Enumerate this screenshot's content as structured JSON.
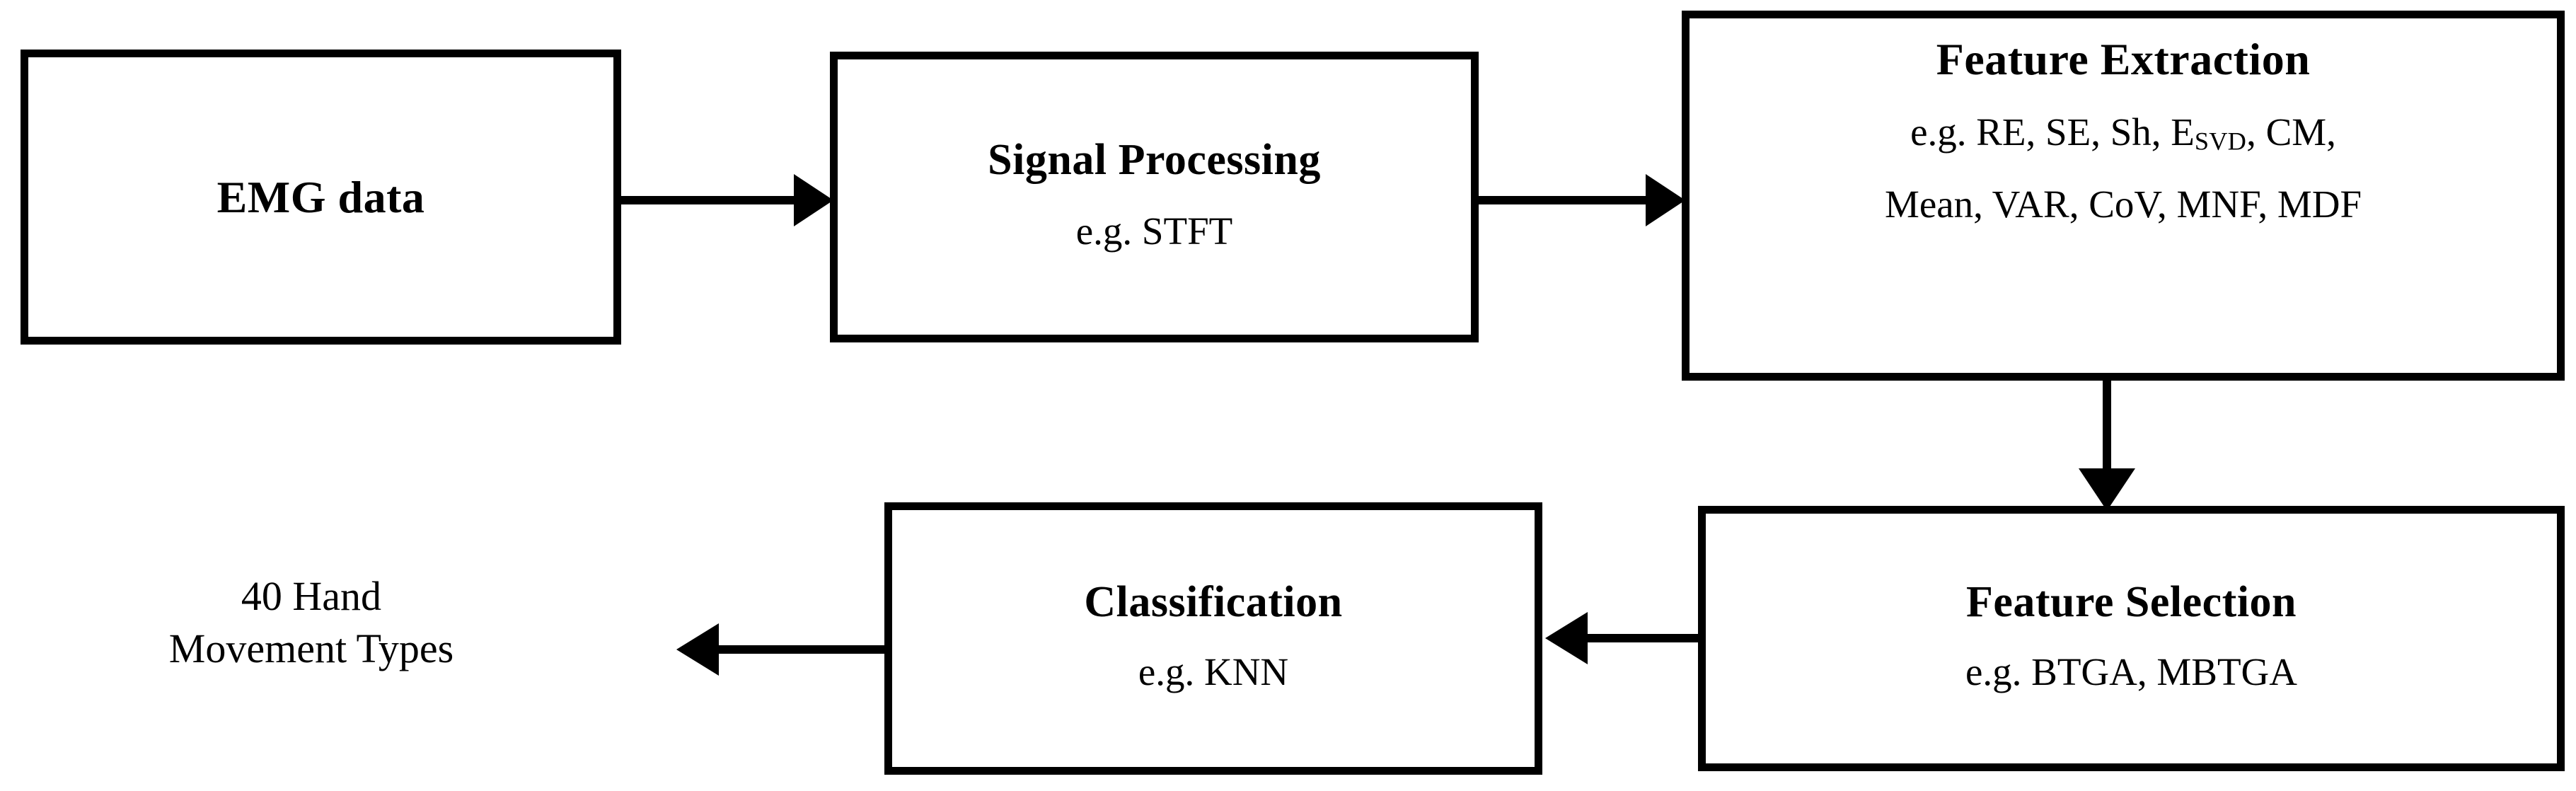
{
  "diagram": {
    "type": "flowchart",
    "orientation": "two-row serpentine (left-to-right, then right-to-left)",
    "background_color": "#ffffff",
    "line_color": "#000000",
    "text_color": "#000000",
    "nodes": [
      {
        "id": "emg-data",
        "title": "EMG data",
        "detail": "",
        "boxed": true
      },
      {
        "id": "signal-processing",
        "title": "Signal Processing",
        "detail": "e.g. STFT",
        "boxed": true
      },
      {
        "id": "feature-extraction",
        "title": "Feature Extraction",
        "detail_line_1_prefix": "e.g. RE, SE, Sh, E",
        "detail_line_1_subscript": "SVD",
        "detail_line_1_suffix": ", CM,",
        "detail_line_2": "Mean, VAR, CoV, MNF, MDF",
        "boxed": true
      },
      {
        "id": "feature-selection",
        "title": "Feature Selection",
        "detail": "e.g. BTGA, MBTGA",
        "boxed": true
      },
      {
        "id": "classification",
        "title": "Classification",
        "detail": "e.g. KNN",
        "boxed": true
      },
      {
        "id": "output",
        "title_line_1": "40 Hand",
        "title_line_2": "Movement Types",
        "boxed": false
      }
    ],
    "edges": [
      {
        "id": "edge-emg-to-signal",
        "from": "emg-data",
        "to": "signal-processing",
        "direction": "right"
      },
      {
        "id": "edge-signal-to-feature-extraction",
        "from": "signal-processing",
        "to": "feature-extraction",
        "direction": "right"
      },
      {
        "id": "edge-feature-extraction-to-feature-selection",
        "from": "feature-extraction",
        "to": "feature-selection",
        "direction": "down"
      },
      {
        "id": "edge-feature-selection-to-classification",
        "from": "feature-selection",
        "to": "classification",
        "direction": "left"
      },
      {
        "id": "edge-classification-to-output",
        "from": "classification",
        "to": "output",
        "direction": "left"
      }
    ]
  }
}
